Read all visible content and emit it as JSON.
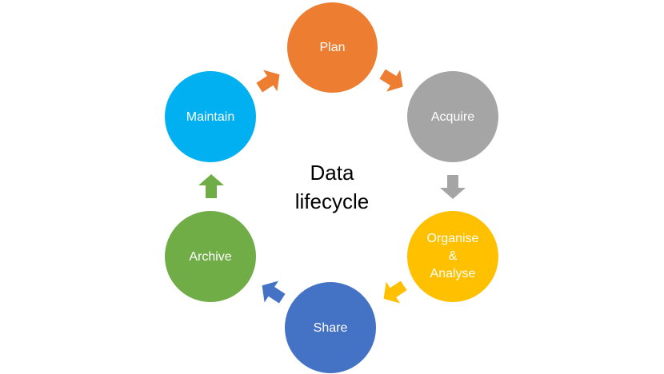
{
  "diagram": {
    "title": [
      "Data",
      "lifecycle"
    ],
    "nodes": {
      "plan": {
        "label": "Plan",
        "color": "#ED7D31"
      },
      "acquire": {
        "label": "Acquire",
        "color": "#A5A5A5"
      },
      "organise": {
        "label_lines": [
          "Organise",
          "&",
          "Analyse"
        ],
        "color": "#FFC000"
      },
      "share": {
        "label": "Share",
        "color": "#4472C4"
      },
      "archive": {
        "label": "Archive",
        "color": "#70AD47"
      },
      "maintain": {
        "label": "Maintain",
        "color": "#00B0F0"
      }
    },
    "edges": [
      {
        "from": "maintain",
        "to": "plan",
        "color": "#ED7D31"
      },
      {
        "from": "plan",
        "to": "acquire",
        "color": "#ED7D31"
      },
      {
        "from": "acquire",
        "to": "organise",
        "color": "#A5A5A5"
      },
      {
        "from": "organise",
        "to": "share",
        "color": "#FFC000"
      },
      {
        "from": "share",
        "to": "archive",
        "color": "#4472C4"
      },
      {
        "from": "archive",
        "to": "maintain",
        "color": "#70AD47"
      }
    ]
  }
}
